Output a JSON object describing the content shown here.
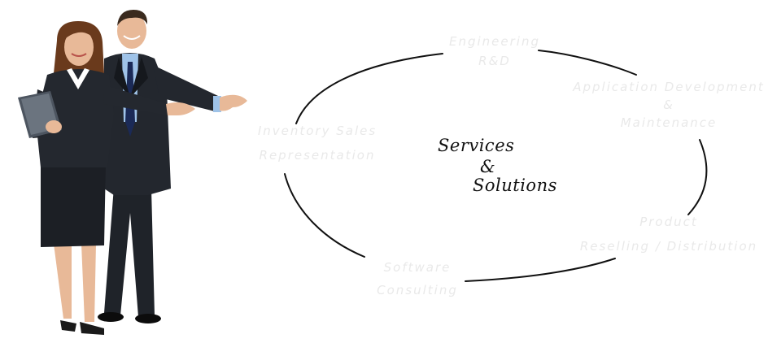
{
  "diagram": {
    "center": {
      "line1": "Services",
      "line2": "&",
      "line3": "Solutions"
    },
    "segments": [
      {
        "line1": "Engineering",
        "line2": "R&D"
      },
      {
        "line1": "Application Development",
        "line2": "&",
        "line3": "Maintenance"
      },
      {
        "line1": "Product",
        "line2": "Reselling / Distribution"
      },
      {
        "line1": "Software",
        "line2": "Consulting"
      },
      {
        "line1": "Inventory Sales",
        "line2": "Representation"
      }
    ]
  },
  "colors": {
    "ellipse_stroke": "#111111",
    "faded_text": "#e9e9e9",
    "suit": "#1f2329",
    "skin": "#e8b998",
    "shirt": "#9fc3e8"
  }
}
